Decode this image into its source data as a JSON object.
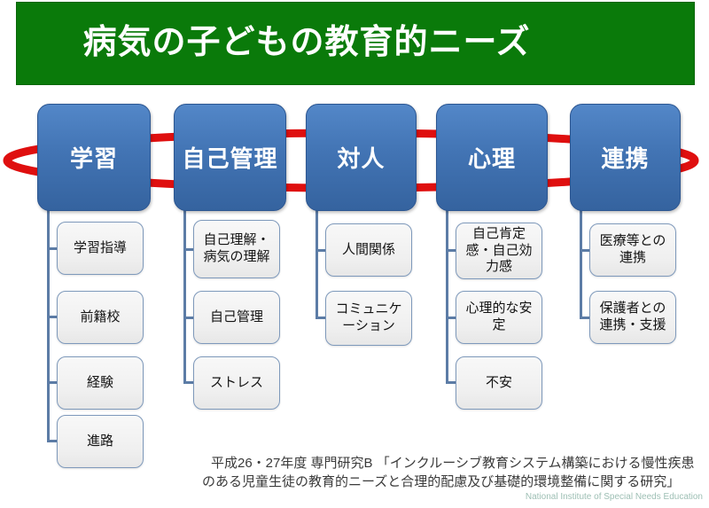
{
  "slide": {
    "title": "病気の子どもの教育的ニーズ"
  },
  "diagram": {
    "columns": [
      {
        "label": "学習",
        "items": [
          "学習指導",
          "前籍校",
          "経験",
          "進路"
        ]
      },
      {
        "label": "自己管理",
        "items": [
          "自己理解・病気の理解",
          "自己管理",
          "ストレス"
        ]
      },
      {
        "label": "対人",
        "items": [
          "人間関係",
          "コミュニケーション"
        ]
      },
      {
        "label": "心理",
        "items": [
          "自己肯定感・自己効力感",
          "心理的な安定",
          "不安"
        ]
      },
      {
        "label": "連携",
        "items": [
          "医療等との連携",
          "保護者との連携・支援"
        ]
      }
    ],
    "colors": {
      "banner_green": "#0a7a0a",
      "node_blue": "#4274b4",
      "node_border": "#2c5691",
      "ellipse_red": "#df0f0f",
      "item_bg": "#f2f2f2",
      "item_border": "#7e99bb",
      "connector": "#5c7ca6"
    }
  },
  "footer": {
    "line1": "平成26・27年度 専門研究B 「インクルーシブ教育システム構築における慢性疾患",
    "line2": "のある児童生徒の教育的ニーズと合理的配慮及び基礎的環境整備に関する研究」",
    "credit": "National Institute of Special Needs Education"
  }
}
